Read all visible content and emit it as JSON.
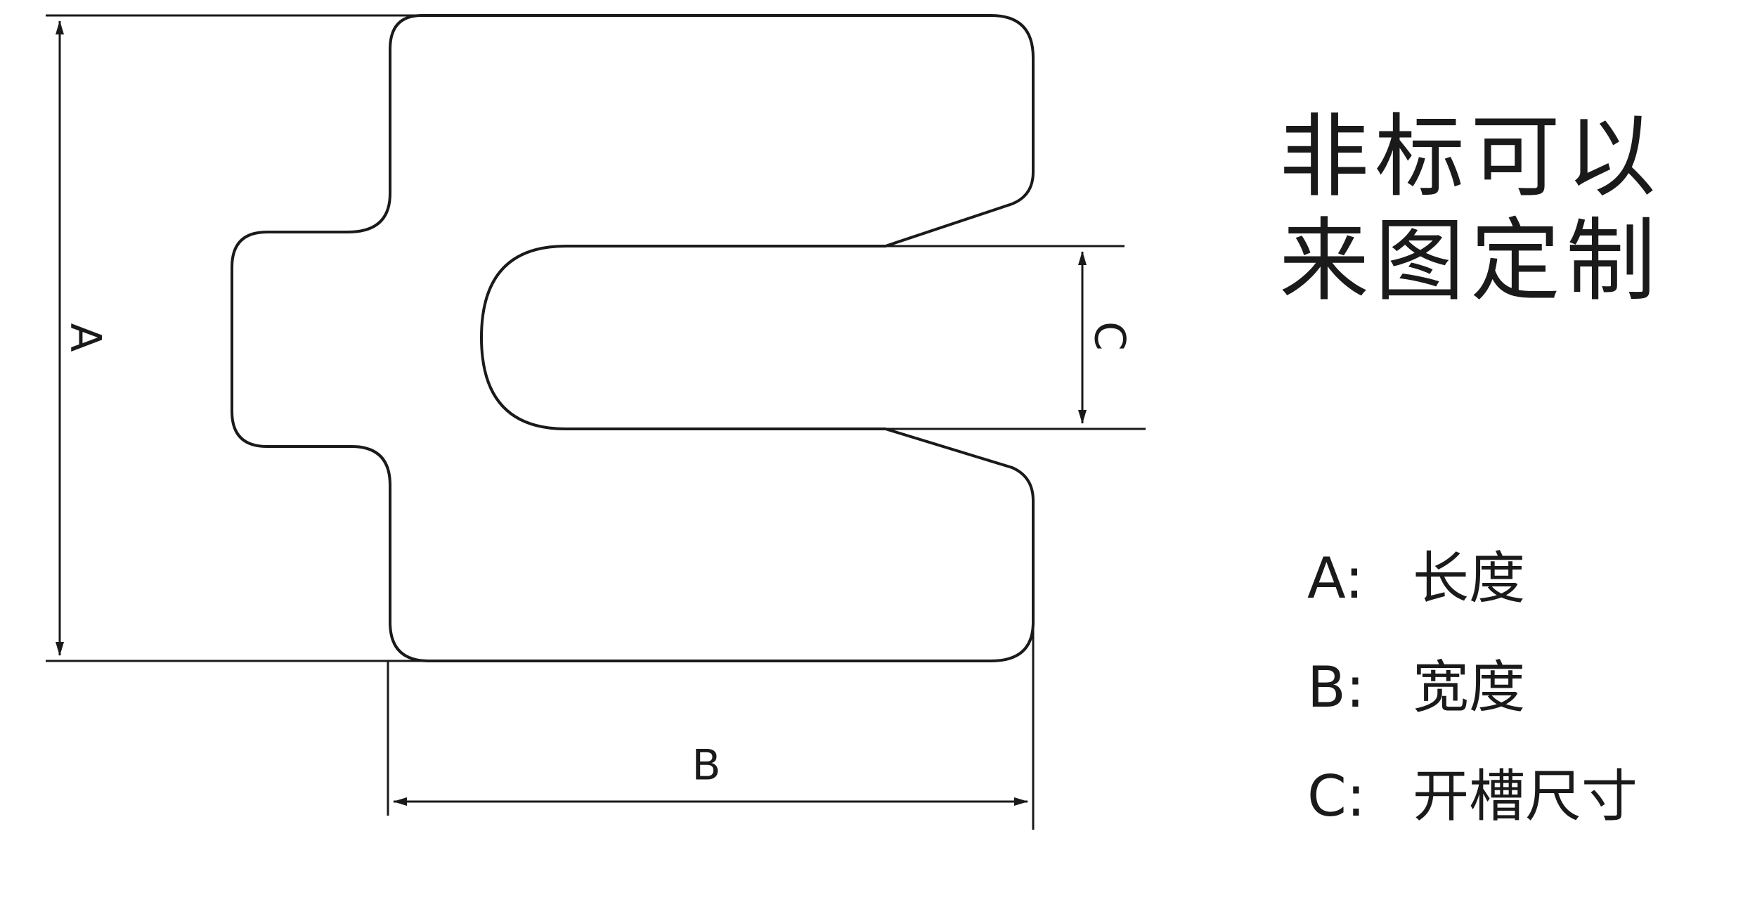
{
  "diagram": {
    "dimension_labels": {
      "a": "A",
      "b": "B",
      "c": "C"
    }
  },
  "title": {
    "line1": "非标可以",
    "line2": "来图定制"
  },
  "legend": [
    {
      "key": "A:",
      "label": "长度"
    },
    {
      "key": "B:",
      "label": "宽度"
    },
    {
      "key": "C:",
      "label": "开槽尺寸"
    }
  ],
  "colors": {
    "line": "#1a1a1a",
    "background": "#ffffff"
  }
}
